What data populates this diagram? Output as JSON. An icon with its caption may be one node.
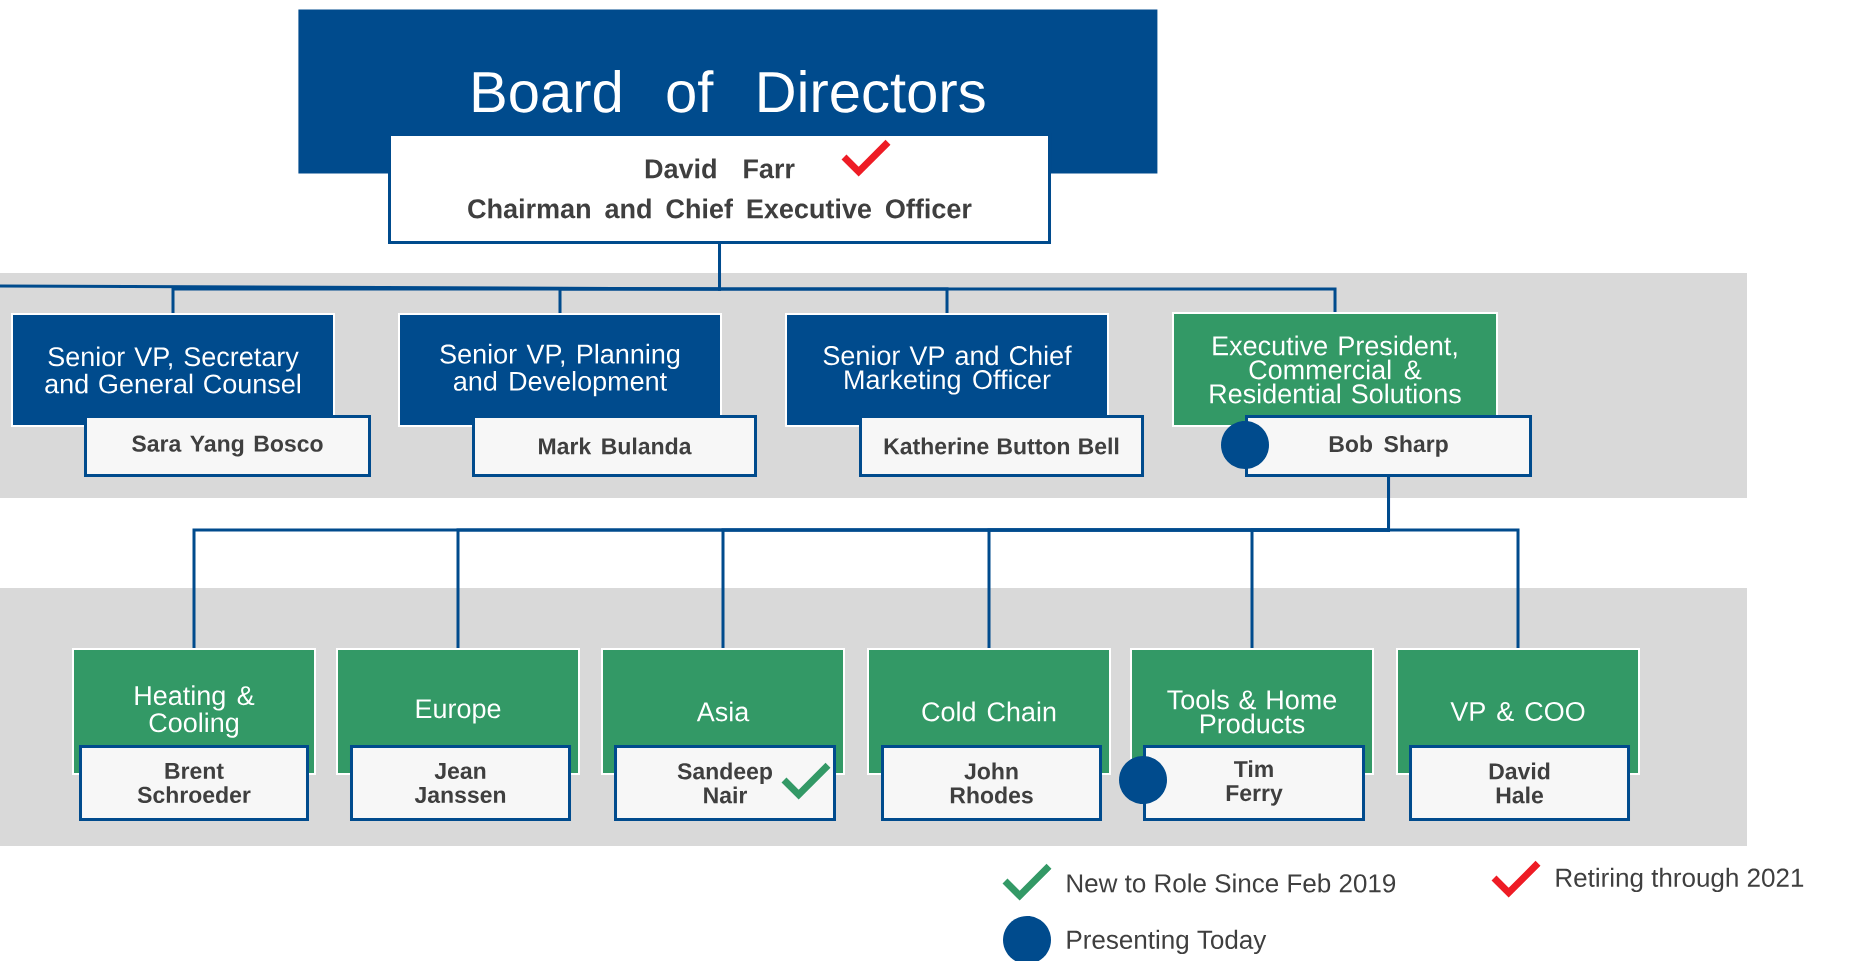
{
  "diagram": {
    "nodes": [
      {
        "text": [
          "Board of Directors"
        ]
      },
      {
        "text": [
          "David Farr",
          "Chairman and Chief Executive Officer"
        ]
      },
      {
        "text": [
          "Senior VP, Secretary and General Counsel"
        ]
      },
      {
        "text": [
          "Sara Yang Bosco"
        ]
      },
      {
        "text": [
          "Senior VP, Planning and Development"
        ]
      },
      {
        "text": [
          "Mark Bulanda"
        ]
      },
      {
        "text": [
          "Senior VP and Chief Marketing Officer"
        ]
      },
      {
        "text": [
          "Katherine Button Bell"
        ]
      },
      {
        "text": [
          "Executive President, Commercial & Residential Solutions"
        ]
      },
      {
        "text": [
          "Bob Sharp"
        ]
      },
      {
        "text": [
          "Heating & Cooling"
        ]
      },
      {
        "text": [
          "Brent Schroeder"
        ]
      },
      {
        "text": [
          "Europe"
        ]
      },
      {
        "text": [
          "Jean Janssen"
        ]
      },
      {
        "text": [
          "Asia"
        ]
      },
      {
        "text": [
          "Sandeep Nair"
        ]
      },
      {
        "text": [
          "Cold Chain"
        ]
      },
      {
        "text": [
          "John Rhodes"
        ]
      },
      {
        "text": [
          "Tools & Home Products"
        ]
      },
      {
        "text": [
          "Tim Ferry"
        ]
      },
      {
        "text": [
          "VP & COO"
        ]
      },
      {
        "text": [
          "David Hale"
        ]
      }
    ],
    "edges": [
      {
        "from": 1,
        "to": null,
        "arrow": "none"
      },
      {
        "from": 1,
        "to": 2,
        "arrow": "none"
      },
      {
        "from": 1,
        "to": 4,
        "arrow": "none"
      },
      {
        "from": 1,
        "to": 6,
        "arrow": "none"
      },
      {
        "from": 1,
        "to": 8,
        "arrow": "none"
      },
      {
        "from": 9,
        "to": 10,
        "arrow": "none"
      },
      {
        "from": 9,
        "to": 12,
        "arrow": "none"
      },
      {
        "from": 9,
        "to": 14,
        "arrow": "none"
      },
      {
        "from": 9,
        "to": 16,
        "arrow": "none"
      },
      {
        "from": 9,
        "to": 18,
        "arrow": "none"
      },
      {
        "from": 9,
        "to": 20,
        "arrow": "none"
      }
    ],
    "legend": [
      {
        "text": "New to Role Since Feb 2019",
        "color": "#339966"
      },
      {
        "text": "Retiring through 2021",
        "color": "#ee1c25"
      },
      {
        "text": "Presenting Today",
        "color": "#004b8d"
      }
    ]
  }
}
